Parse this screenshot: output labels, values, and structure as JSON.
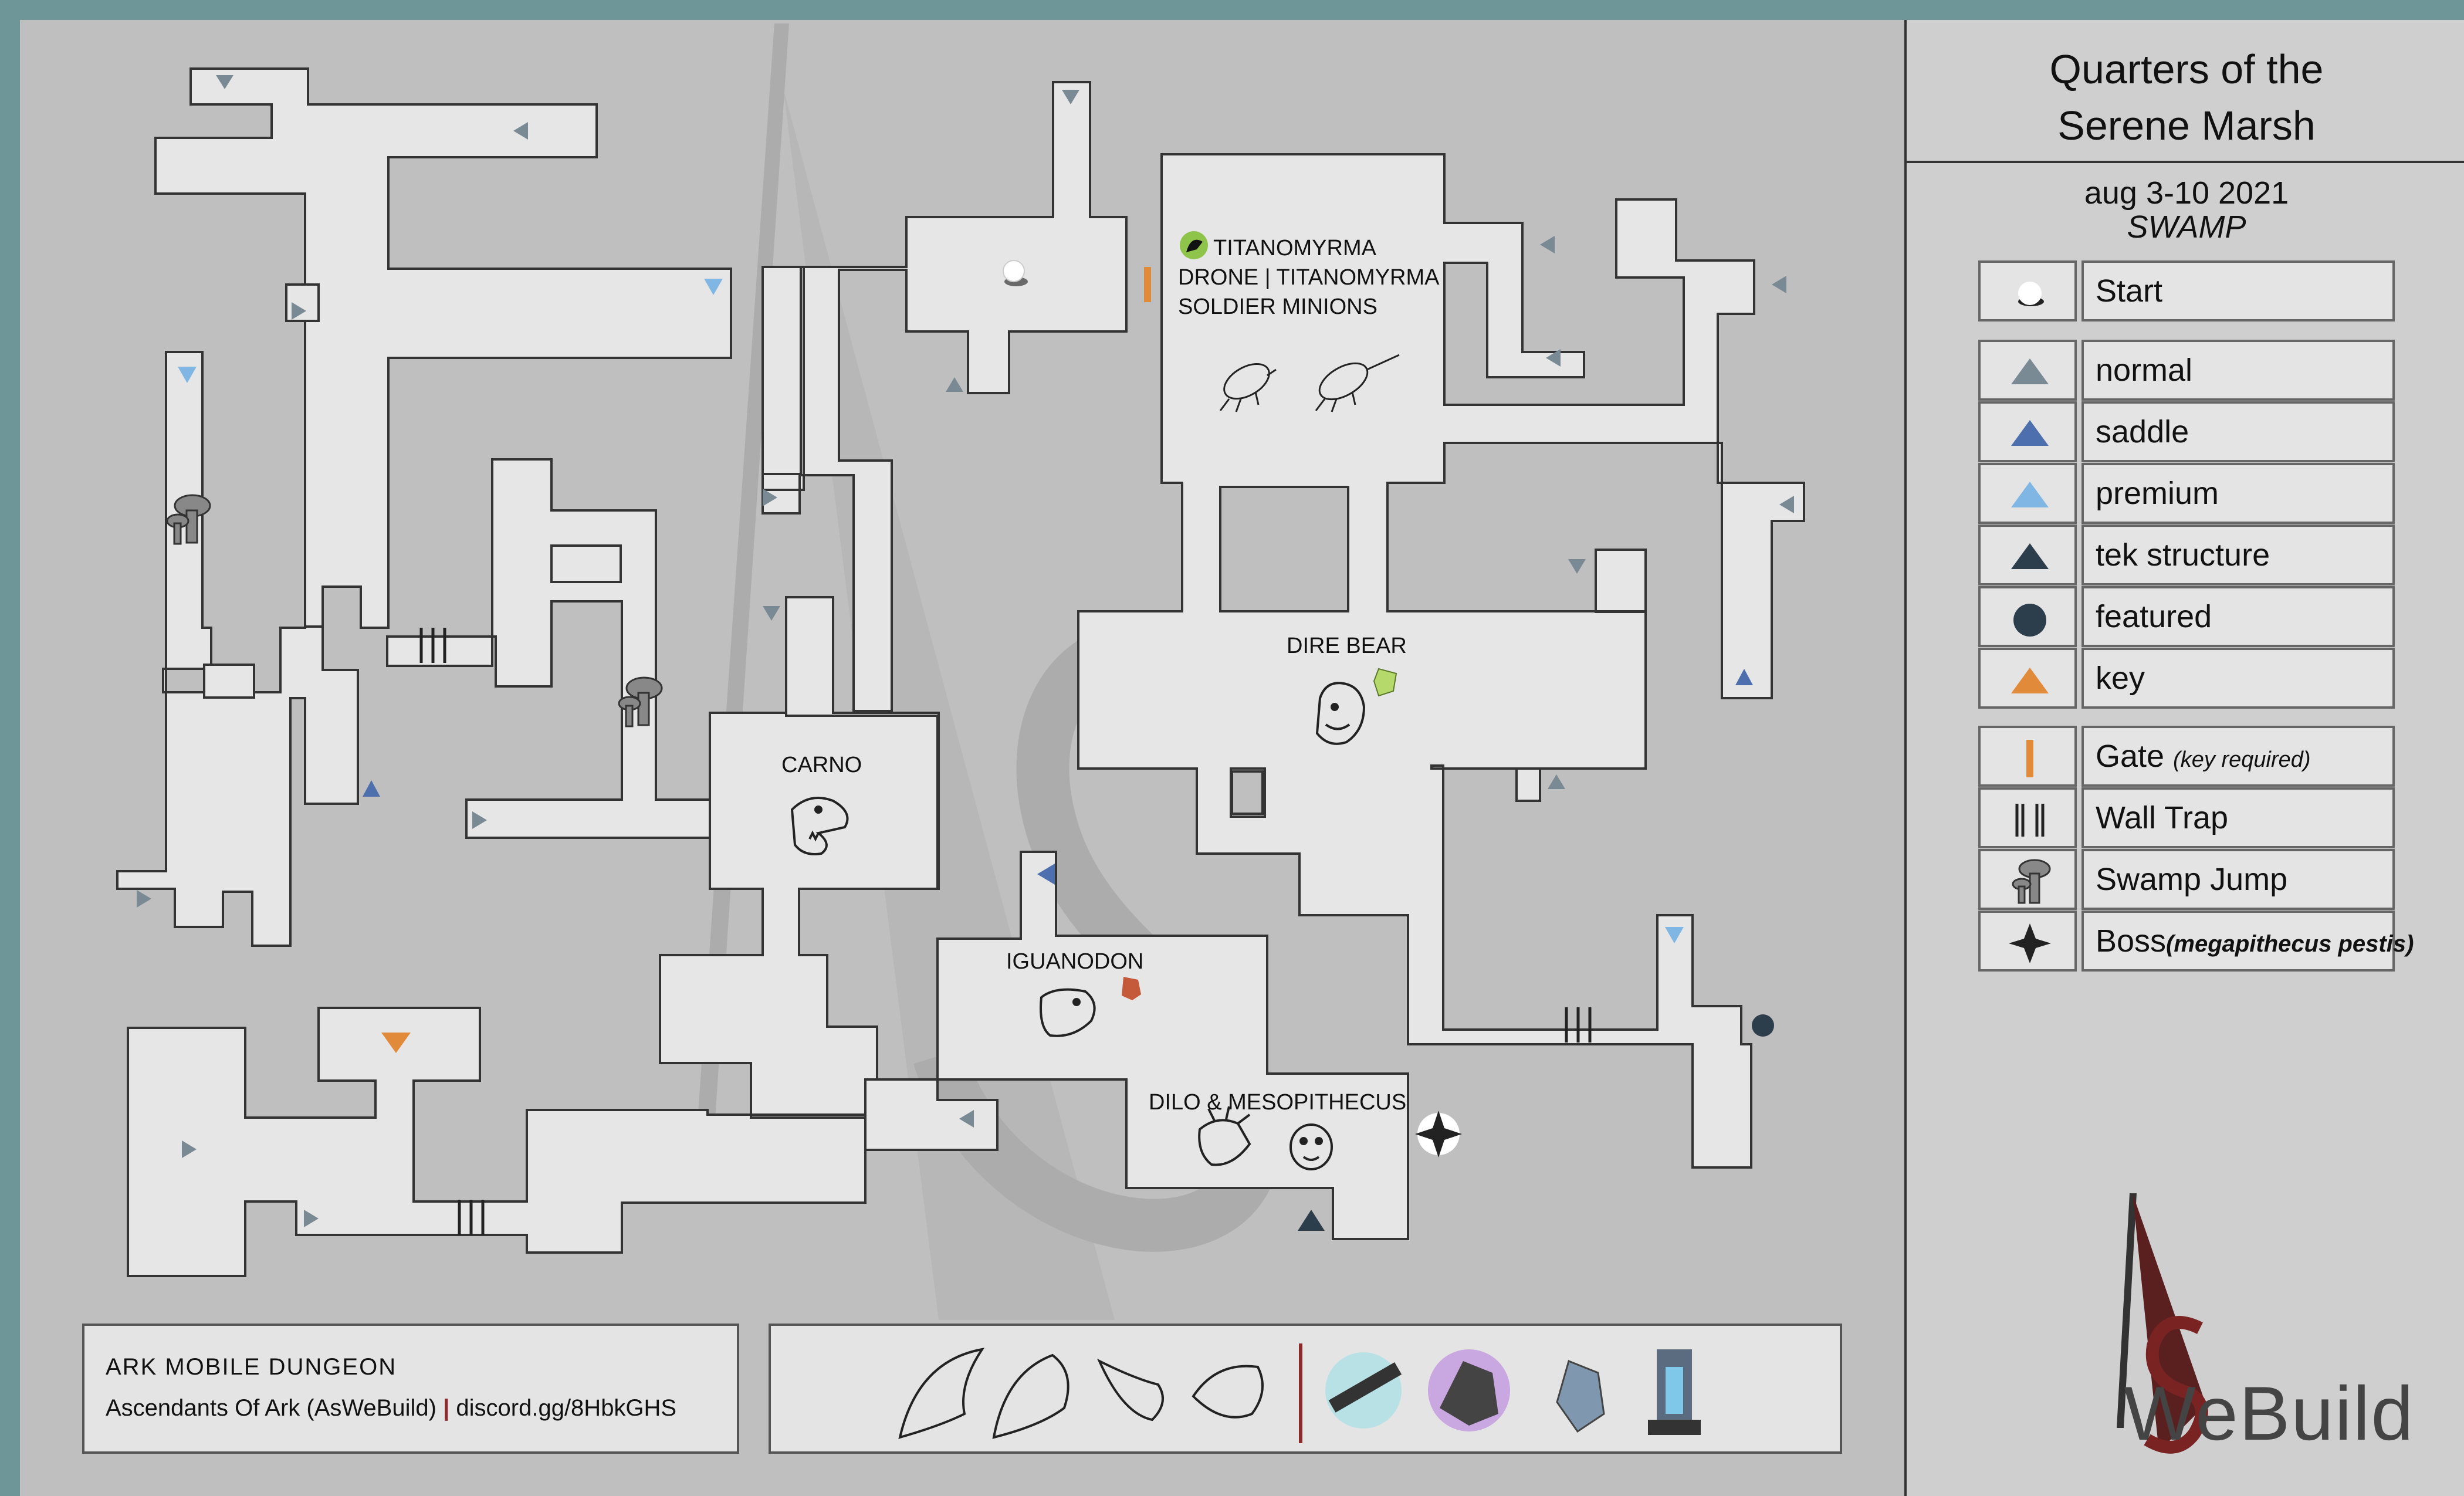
{
  "title": {
    "line1": "Quarters of the",
    "line2": "Serene Marsh"
  },
  "date": "aug 3-10 2021",
  "biome": "SWAMP",
  "legend": {
    "start": "Start",
    "normal": "normal",
    "saddle": "saddle",
    "premium": "premium",
    "tek_structure": "tek structure",
    "featured": "featured",
    "key": "key",
    "gate": "Gate",
    "gate_note": "(key required)",
    "wall_trap": "Wall Trap",
    "swamp_jump": "Swamp Jump",
    "boss": "Boss",
    "boss_name": "(megapithecus pestis)"
  },
  "rooms": {
    "titanomyrma_1": "TITANOMYRMA",
    "titanomyrma_2": "DRONE | TITANOMYRMA",
    "titanomyrma_3": "SOLDIER MINIONS",
    "dire_bear": "DIRE BEAR",
    "carno": "CARNO",
    "iguanodon": "IGUANODON",
    "dilo": "DILO & MESOPITHECUS"
  },
  "info": {
    "title": "ARK MOBILE DUNGEON",
    "guild": "Ascendants Of Ark (AsWeBuild)",
    "separator": "|",
    "link": "discord.gg/8HbkGHS"
  },
  "logo_text": "WeBuild",
  "colors": {
    "normal": "#7a8a94",
    "saddle": "#4d6fae",
    "premium": "#7fb6e3",
    "tek": "#2c3e4c",
    "featured": "#2c3e4c",
    "key": "#e08a3a",
    "gate": "#e08a3a",
    "room_fill": "#e6e6e6",
    "wall": "#333333"
  },
  "icons": {
    "start": "start-dot-icon",
    "normal": "normal-triangle-icon",
    "saddle": "saddle-triangle-icon",
    "premium": "premium-triangle-icon",
    "tek": "tek-triangle-icon",
    "featured": "featured-circle-icon",
    "key": "key-triangle-icon",
    "gate": "gate-bar-icon",
    "wall_trap": "wall-trap-icon",
    "swamp_jump": "mushroom-icon",
    "boss": "boss-star-icon"
  }
}
